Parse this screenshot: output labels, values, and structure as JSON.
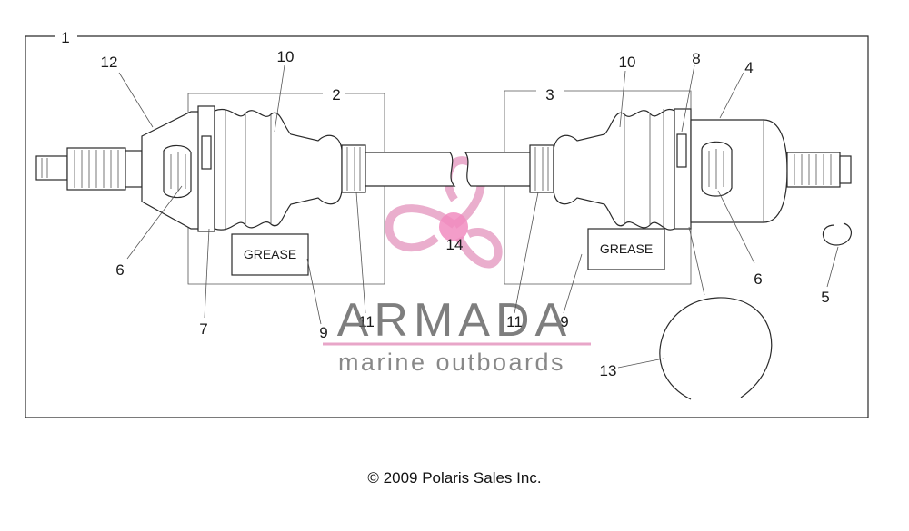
{
  "callouts": {
    "c1": "1",
    "c2": "2",
    "c3": "3",
    "c4": "4",
    "c5": "5",
    "c6_left": "6",
    "c6_right": "6",
    "c7": "7",
    "c8": "8",
    "c9_left": "9",
    "c9_right": "9",
    "c10_left": "10",
    "c10_right": "10",
    "c11_left": "11",
    "c11_right": "11",
    "c12": "12",
    "c13": "13",
    "c14": "14"
  },
  "grease_left": "GREASE",
  "grease_right": "GREASE",
  "watermark": {
    "title": "ARMADA",
    "subtitle": "marine outboards",
    "accent_color": "#e8a6c8",
    "dot_color": "#f07fb8"
  },
  "copyright": "© 2009 Polaris Sales Inc."
}
